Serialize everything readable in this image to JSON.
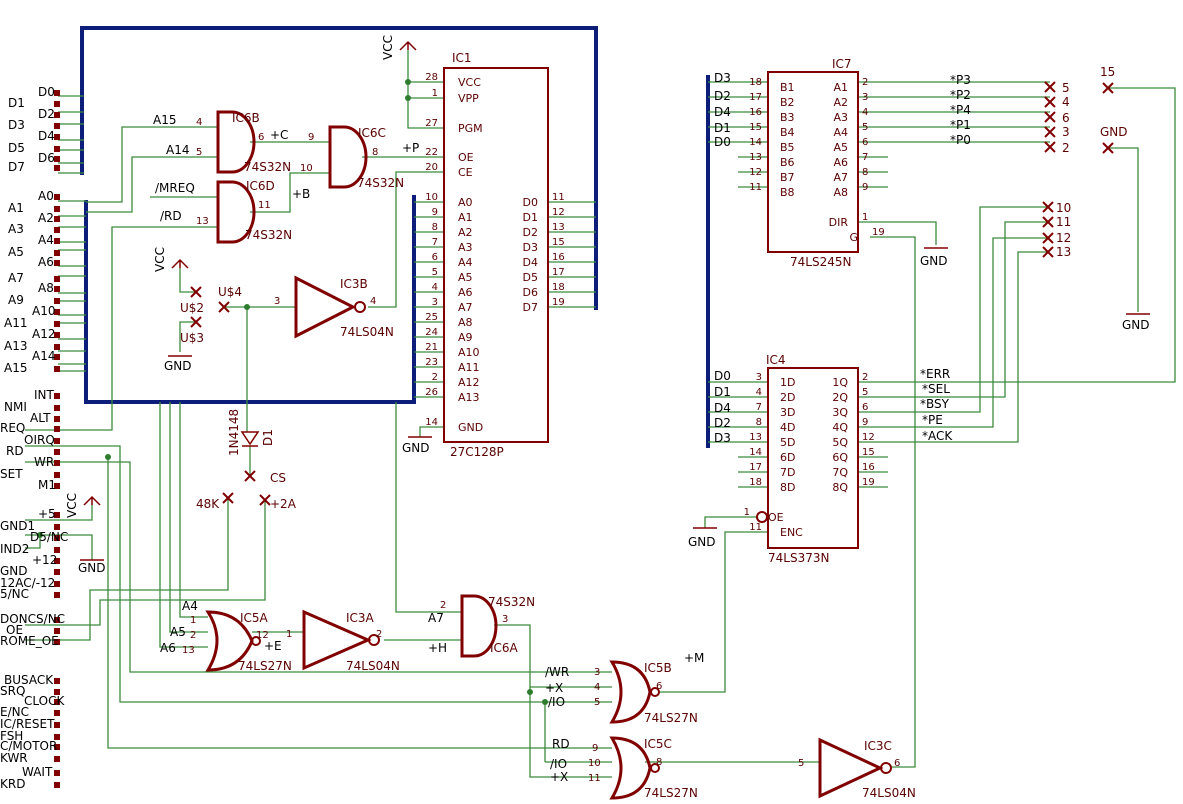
{
  "edge": {
    "labels": [
      "D0",
      "D1",
      "D2",
      "D3",
      "D4",
      "D5",
      "D6",
      "D7",
      "A0",
      "A1",
      "A2",
      "A3",
      "A4",
      "A5",
      "A6",
      "A7",
      "A8",
      "A9",
      "A10",
      "A11",
      "A12",
      "A13",
      "A14",
      "A15",
      "INT",
      "NMI",
      "ALT",
      "REQ",
      "OIRQ",
      "RD",
      "WR",
      "SET",
      "M1",
      "+5",
      "GND1",
      "D5/NC",
      "IND2",
      "+12",
      "GND",
      "12AC/-12",
      "5/NC",
      "DONCS/NC",
      "OE",
      "ROME_OE",
      "BUSACK",
      "SRQ",
      "CLOCK",
      "E/NC",
      "IC/RESET",
      "FSH",
      "C/MOTOR",
      "KWR",
      "WAIT",
      "KRD"
    ]
  },
  "parts": {
    "ic6b": "IC6B",
    "ic6b_type": "74S32N",
    "ic6c": "IC6C",
    "ic6c_type": "74S32N",
    "ic6d": "IC6D",
    "ic6d_type": "74S32N",
    "ic3b": "IC3B",
    "ic3b_type": "74LS04N",
    "ic5a": "IC5A",
    "ic5a_type": "74LS27N",
    "ic3a": "IC3A",
    "ic3a_type": "74LS04N",
    "ic6a": "IC6A",
    "ic6a_type": "74S32N",
    "ic5b": "IC5B",
    "ic5b_type": "74LS27N",
    "ic5c": "IC5C",
    "ic5c_type": "74LS27N",
    "ic3c": "IC3C",
    "ic3c_type": "74LS04N",
    "ic1": "IC1",
    "ic1_type": "27C128P",
    "ic7": "IC7",
    "ic7_type": "74LS245N",
    "ic4": "IC4",
    "ic4_type": "74LS373N",
    "d1": "D1",
    "d1_type": "1N4148"
  },
  "pins": {
    "ic6b": [
      "4",
      "5",
      "6"
    ],
    "ic6c": [
      "9",
      "10",
      "8"
    ],
    "ic6d": [
      "13",
      "11"
    ],
    "ic3b": [
      "3",
      "4"
    ],
    "ic5a": [
      "1",
      "2",
      "13",
      "12"
    ],
    "ic3a": [
      "1",
      "2"
    ],
    "ic6a": [
      "2",
      "3"
    ],
    "ic5b": [
      "3",
      "4",
      "5",
      "6"
    ],
    "ic5c": [
      "9",
      "10",
      "11",
      "8"
    ],
    "ic3c": [
      "5",
      "6"
    ]
  },
  "ic1": {
    "left": [
      {
        "pin": "28",
        "name": "VCC"
      },
      {
        "pin": "1",
        "name": "VPP"
      },
      {
        "pin": "27",
        "name": "PGM"
      },
      {
        "pin": "22",
        "name": "OE"
      },
      {
        "pin": "20",
        "name": "CE"
      },
      {
        "pin": "10",
        "name": "A0"
      },
      {
        "pin": "9",
        "name": "A1"
      },
      {
        "pin": "8",
        "name": "A2"
      },
      {
        "pin": "7",
        "name": "A3"
      },
      {
        "pin": "6",
        "name": "A4"
      },
      {
        "pin": "5",
        "name": "A5"
      },
      {
        "pin": "4",
        "name": "A6"
      },
      {
        "pin": "3",
        "name": "A7"
      },
      {
        "pin": "25",
        "name": "A8"
      },
      {
        "pin": "24",
        "name": "A9"
      },
      {
        "pin": "21",
        "name": "A10"
      },
      {
        "pin": "23",
        "name": "A11"
      },
      {
        "pin": "2",
        "name": "A12"
      },
      {
        "pin": "26",
        "name": "A13"
      },
      {
        "pin": "14",
        "name": "GND"
      }
    ],
    "right": [
      {
        "pin": "11",
        "name": "D0"
      },
      {
        "pin": "12",
        "name": "D1"
      },
      {
        "pin": "13",
        "name": "D2"
      },
      {
        "pin": "15",
        "name": "D3"
      },
      {
        "pin": "16",
        "name": "D4"
      },
      {
        "pin": "17",
        "name": "D5"
      },
      {
        "pin": "18",
        "name": "D6"
      },
      {
        "pin": "19",
        "name": "D7"
      }
    ]
  },
  "ic7": {
    "left": [
      {
        "pin": "18",
        "name": "B1"
      },
      {
        "pin": "17",
        "name": "B2"
      },
      {
        "pin": "16",
        "name": "B3"
      },
      {
        "pin": "15",
        "name": "B4"
      },
      {
        "pin": "14",
        "name": "B5"
      },
      {
        "pin": "13",
        "name": "B6"
      },
      {
        "pin": "12",
        "name": "B7"
      },
      {
        "pin": "11",
        "name": "B8"
      }
    ],
    "right": [
      {
        "pin": "2",
        "name": "A1"
      },
      {
        "pin": "3",
        "name": "A2"
      },
      {
        "pin": "4",
        "name": "A3"
      },
      {
        "pin": "5",
        "name": "A4"
      },
      {
        "pin": "6",
        "name": "A5"
      },
      {
        "pin": "7",
        "name": "A6"
      },
      {
        "pin": "8",
        "name": "A7"
      },
      {
        "pin": "9",
        "name": "A8"
      }
    ],
    "ctrl": [
      {
        "pin": "1",
        "name": "DIR"
      },
      {
        "pin": "19",
        "name": "G"
      }
    ]
  },
  "ic4": {
    "left": [
      {
        "pin": "3",
        "name": "1D"
      },
      {
        "pin": "4",
        "name": "2D"
      },
      {
        "pin": "7",
        "name": "3D"
      },
      {
        "pin": "8",
        "name": "4D"
      },
      {
        "pin": "13",
        "name": "5D"
      },
      {
        "pin": "14",
        "name": "6D"
      },
      {
        "pin": "17",
        "name": "7D"
      },
      {
        "pin": "18",
        "name": "8D"
      }
    ],
    "right": [
      {
        "pin": "2",
        "name": "1Q"
      },
      {
        "pin": "5",
        "name": "2Q"
      },
      {
        "pin": "6",
        "name": "3Q"
      },
      {
        "pin": "9",
        "name": "4Q"
      },
      {
        "pin": "12",
        "name": "5Q"
      },
      {
        "pin": "15",
        "name": "6Q"
      },
      {
        "pin": "16",
        "name": "7Q"
      },
      {
        "pin": "19",
        "name": "8Q"
      }
    ],
    "ctrl": [
      {
        "pin": "1",
        "name": "OE"
      },
      {
        "pin": "11",
        "name": "ENC"
      }
    ]
  },
  "supplies": {
    "vcc1": "VCC",
    "vcc2": "VCC",
    "vcc3": "VCC",
    "gnd1": "GND",
    "gnd2": "GND",
    "gnd3": "GND",
    "gnd4": "GND",
    "gnd5": "GND",
    "gnd6": "GND"
  },
  "net_labels": [
    {
      "t": "A15",
      "c": "lbl"
    },
    {
      "t": "A14",
      "c": "lbl"
    },
    {
      "t": "/MREQ",
      "c": "lbl"
    },
    {
      "t": "/RD",
      "c": "lbl"
    },
    {
      "t": "+C",
      "c": "lbl"
    },
    {
      "t": "+B",
      "c": "lbl"
    },
    {
      "t": "+P",
      "c": "lbl"
    },
    {
      "t": "U$4",
      "c": "val"
    },
    {
      "t": "U$2",
      "c": "val"
    },
    {
      "t": "U$3",
      "c": "val"
    },
    {
      "t": "CS",
      "c": "val"
    },
    {
      "t": "48K",
      "c": "val"
    },
    {
      "t": "+2A",
      "c": "val"
    },
    {
      "t": "A4",
      "c": "lbl"
    },
    {
      "t": "A5",
      "c": "lbl"
    },
    {
      "t": "A6",
      "c": "lbl"
    },
    {
      "t": "+E",
      "c": "lbl"
    },
    {
      "t": "A7",
      "c": "lbl"
    },
    {
      "t": "+H",
      "c": "lbl"
    },
    {
      "t": "+M",
      "c": "lbl"
    },
    {
      "t": "/WR",
      "c": "lbl"
    },
    {
      "t": "+X",
      "c": "lbl"
    },
    {
      "t": "/IO",
      "c": "lbl"
    },
    {
      "t": "RD",
      "c": "lbl"
    },
    {
      "t": "/IO",
      "c": "lbl"
    },
    {
      "t": "+X",
      "c": "lbl"
    },
    {
      "t": "D3",
      "c": "lbl"
    },
    {
      "t": "D2",
      "c": "lbl"
    },
    {
      "t": "D4",
      "c": "lbl"
    },
    {
      "t": "D1",
      "c": "lbl"
    },
    {
      "t": "D0",
      "c": "lbl"
    },
    {
      "t": "*P3",
      "c": "lbl"
    },
    {
      "t": "*P2",
      "c": "lbl"
    },
    {
      "t": "*P4",
      "c": "lbl"
    },
    {
      "t": "*P1",
      "c": "lbl"
    },
    {
      "t": "*P0",
      "c": "lbl"
    },
    {
      "t": "5",
      "c": "val"
    },
    {
      "t": "4",
      "c": "val"
    },
    {
      "t": "6",
      "c": "val"
    },
    {
      "t": "3",
      "c": "val"
    },
    {
      "t": "2",
      "c": "val"
    },
    {
      "t": "15",
      "c": "val"
    },
    {
      "t": "GND",
      "c": "val"
    },
    {
      "t": "10",
      "c": "val"
    },
    {
      "t": "11",
      "c": "val"
    },
    {
      "t": "12",
      "c": "val"
    },
    {
      "t": "13",
      "c": "val"
    },
    {
      "t": "D0",
      "c": "lbl"
    },
    {
      "t": "D1",
      "c": "lbl"
    },
    {
      "t": "D4",
      "c": "lbl"
    },
    {
      "t": "D2",
      "c": "lbl"
    },
    {
      "t": "D3",
      "c": "lbl"
    },
    {
      "t": "*ERR",
      "c": "lbl"
    },
    {
      "t": "*SEL",
      "c": "lbl"
    },
    {
      "t": "*BSY",
      "c": "lbl"
    },
    {
      "t": "*PE",
      "c": "lbl"
    },
    {
      "t": "*ACK",
      "c": "lbl"
    }
  ]
}
